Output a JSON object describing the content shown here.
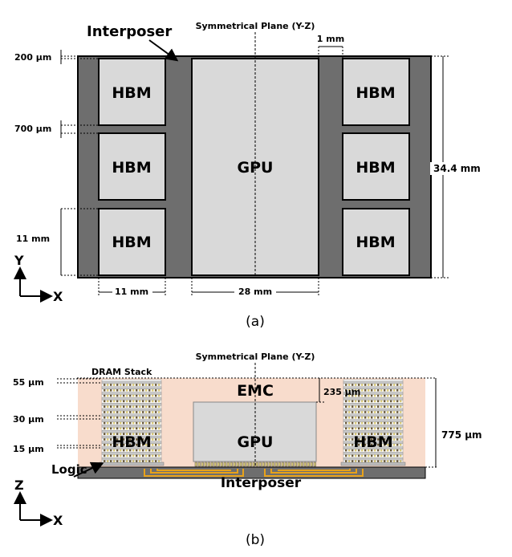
{
  "top_figure": {
    "interposer_label": "Interposer",
    "symmetry_label": "Symmetrical Plane (Y-Z)",
    "dim_1mm": "1 mm",
    "dim_200um": "200 μm",
    "dim_700um": "700 μm",
    "dim_11mm_v": "11 mm",
    "dim_11mm_h": "11 mm",
    "dim_28mm": "28 mm",
    "dim_34_4mm": "34.4 mm",
    "hbm_label": "HBM",
    "gpu_label": "GPU",
    "axis_y": "Y",
    "axis_x": "X",
    "caption": "(a)"
  },
  "bottom_figure": {
    "symmetry_label": "Symmetrical Plane (Y-Z)",
    "dram_stack_label": "DRAM Stack",
    "emc_label": "EMC",
    "dim_235um": "235 μm",
    "dim_55um": "55 μm",
    "dim_30um": "30 μm",
    "dim_15um": "15 μm",
    "dim_775um": "775 μm",
    "hbm_label": "HBM",
    "gpu_label": "GPU",
    "logic_label": "Logic",
    "interposer_label": "Interposer",
    "axis_z": "Z",
    "axis_x": "X",
    "caption": "(b)"
  },
  "colors": {
    "interposer_dark": "#6e6e6e",
    "die_fill": "#d9d9d9",
    "emc_fill": "#f8dccc",
    "wire_orange": "#e8a21a",
    "bump_yellow": "#d8c878"
  }
}
